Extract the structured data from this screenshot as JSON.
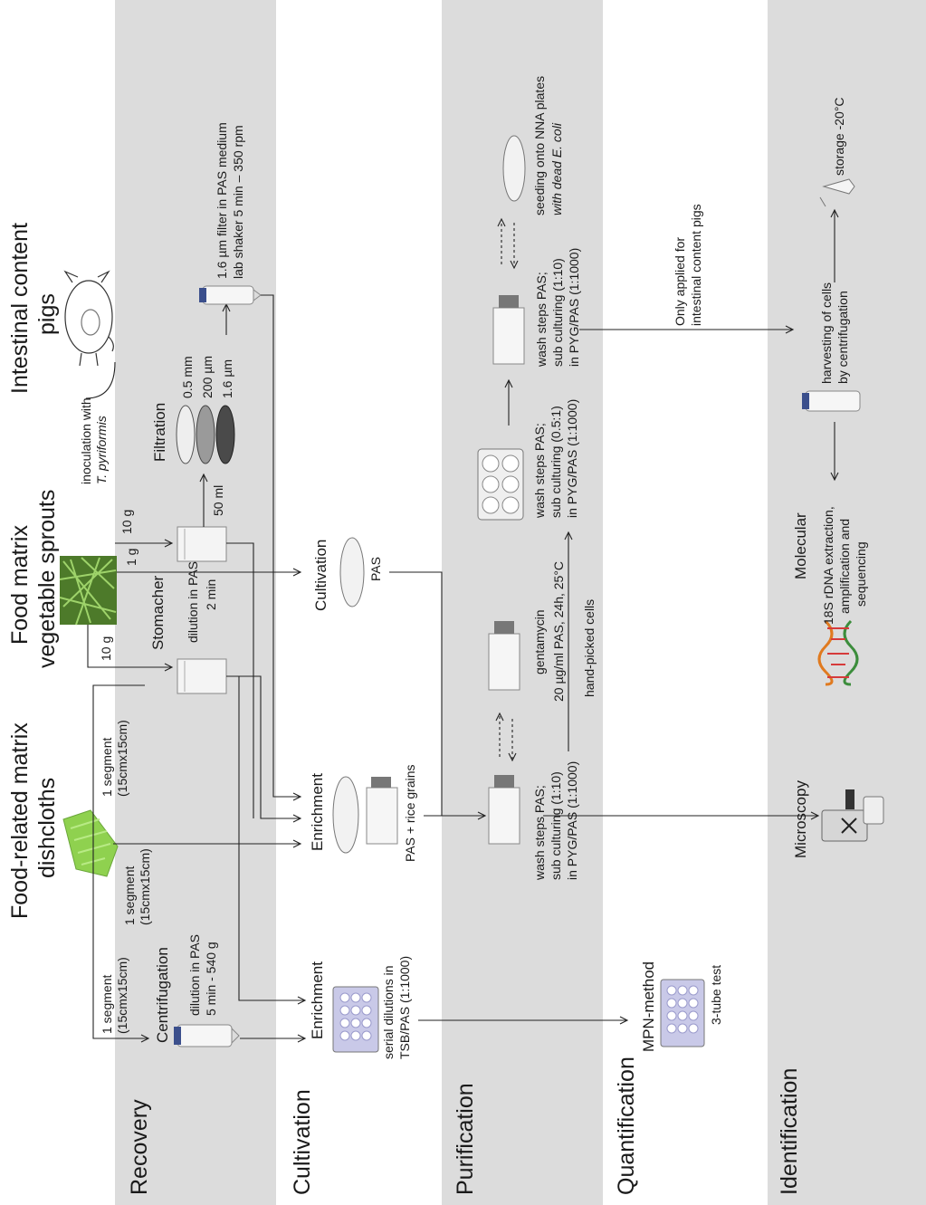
{
  "stages": [
    "Recovery",
    "Cultivation",
    "Purification",
    "Quantification",
    "Identification"
  ],
  "sources": {
    "dishcloths": [
      "Food-related matrix",
      "dishcloths"
    ],
    "sprouts": [
      "Food matrix",
      "vegetable sprouts"
    ],
    "pigs": [
      "Intestinal content",
      "pigs"
    ]
  },
  "recovery": {
    "segment_1": [
      "1 segment",
      "(15cmx15cm)"
    ],
    "segment_2": [
      "1 segment",
      "(15cmx15cm)"
    ],
    "segment_3": [
      "1 segment",
      "(15cmx15cm)"
    ],
    "centrifugation": [
      "Centrifugation",
      "dilution in PAS",
      "5 min - 540 g"
    ],
    "stomacher": [
      "Stomacher",
      "dilution in PAS",
      "2 min"
    ],
    "grams_1": "10 g",
    "grams_2": "1 g",
    "grams_3": "10 g",
    "filtration": "Filtration",
    "filter_sizes": [
      "0.5 mm",
      "200 µm",
      "1.6 µm"
    ],
    "volume": "50 ml",
    "filter_note": [
      "1.6 µm filter in PAS medium",
      "lab shaker 5 min – 350 rpm"
    ],
    "inoculation": [
      "inoculation with",
      "T. pyriformis"
    ]
  },
  "cultivation": {
    "enrichment_1": [
      "Enrichment",
      "serial dilutions in",
      "TSB/PAS (1:1000)"
    ],
    "enrichment_2": [
      "Enrichment",
      "PAS + rice grains"
    ],
    "cultivation": [
      "Cultivation",
      "PAS"
    ]
  },
  "purification": {
    "step_1": [
      "wash steps PAS;",
      "sub culturing (1:10)",
      "in PYG/PAS (1:1000)"
    ],
    "step_2": [
      "gentamycin",
      "20 µg/ml PAS, 24h, 25°C"
    ],
    "handpicked": "hand-picked cells",
    "step_3": [
      "wash steps PAS;",
      "sub culturing (0.5:1)",
      "in PYG/PAS (1:1000)"
    ],
    "step_4": [
      "wash steps PAS;",
      "sub culturing (1:10)",
      "in PYG/PAS (1:1000)"
    ],
    "step_5": [
      "seeding onto NNA plates",
      "with dead E. coli"
    ],
    "only_applied": [
      "Only applied for",
      "intestinal content pigs"
    ]
  },
  "quantification": {
    "method": "MPN-method",
    "test": "3-tube test"
  },
  "identification": {
    "microscopy": "Microscopy",
    "molecular": [
      "Molecular",
      "18S rDNA extraction,",
      "amplification and",
      "sequencing"
    ],
    "harvest": [
      "harvesting of cells",
      "by centrifugation"
    ],
    "storage": "storage -20°C"
  },
  "colors": {
    "band": "#dcdcdc",
    "line": "#222222",
    "cloth": "#8fd14f",
    "sprouts": "#4d7a2a",
    "plate": "#c9c9e8",
    "tube_cap": "#3b4f8c"
  }
}
